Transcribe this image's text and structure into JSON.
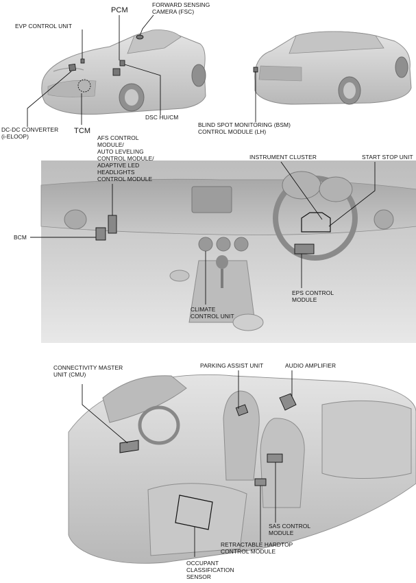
{
  "colors": {
    "background": "#ffffff",
    "line": "#111111",
    "body_shade": "#d2d2d2",
    "body_dark": "#a9a9a9",
    "interior_bg": "#c7c7c7"
  },
  "labels": {
    "pcm": [
      "PCM"
    ],
    "fsc": [
      "FORWARD SENSING",
      "CAMERA (FSC)"
    ],
    "evp": [
      "EVP CONTROL UNIT"
    ],
    "dcdc": [
      "DC-DC CONVERTER",
      "(i-ELOOP)"
    ],
    "tcm": [
      "TCM"
    ],
    "dsc": [
      "DSC HU/CM"
    ],
    "bsm": [
      "BLIND SPOT MONITORING (BSM)",
      "CONTROL MODULE (LH)"
    ],
    "afs": [
      "AFS CONTROL",
      "MODULE/",
      "AUTO LEVELING",
      "CONTROL MODULE/",
      "ADAPTIVE LED",
      "HEADLIGHTS",
      "CONTROL MODULE"
    ],
    "instrument": [
      "INSTRUMENT CLUSTER"
    ],
    "startstop": [
      "START STOP UNIT"
    ],
    "bcm": [
      "BCM"
    ],
    "eps": [
      "EPS CONTROL",
      "MODULE"
    ],
    "climate": [
      "CLIMATE",
      "CONTROL UNIT"
    ],
    "cmu": [
      "CONNECTIVITY MASTER",
      "UNIT (CMU)"
    ],
    "parking": [
      "PARKING ASSIST UNIT"
    ],
    "audio": [
      "AUDIO AMPLIFIER"
    ],
    "sas": [
      "SAS CONTROL",
      "MODULE"
    ],
    "hardtop": [
      "RETRACTABLE HARDTOP",
      "CONTROL MODULE"
    ],
    "occupant": [
      "OCCUPANT",
      "CLASSIFICATION",
      "SENSOR"
    ]
  }
}
